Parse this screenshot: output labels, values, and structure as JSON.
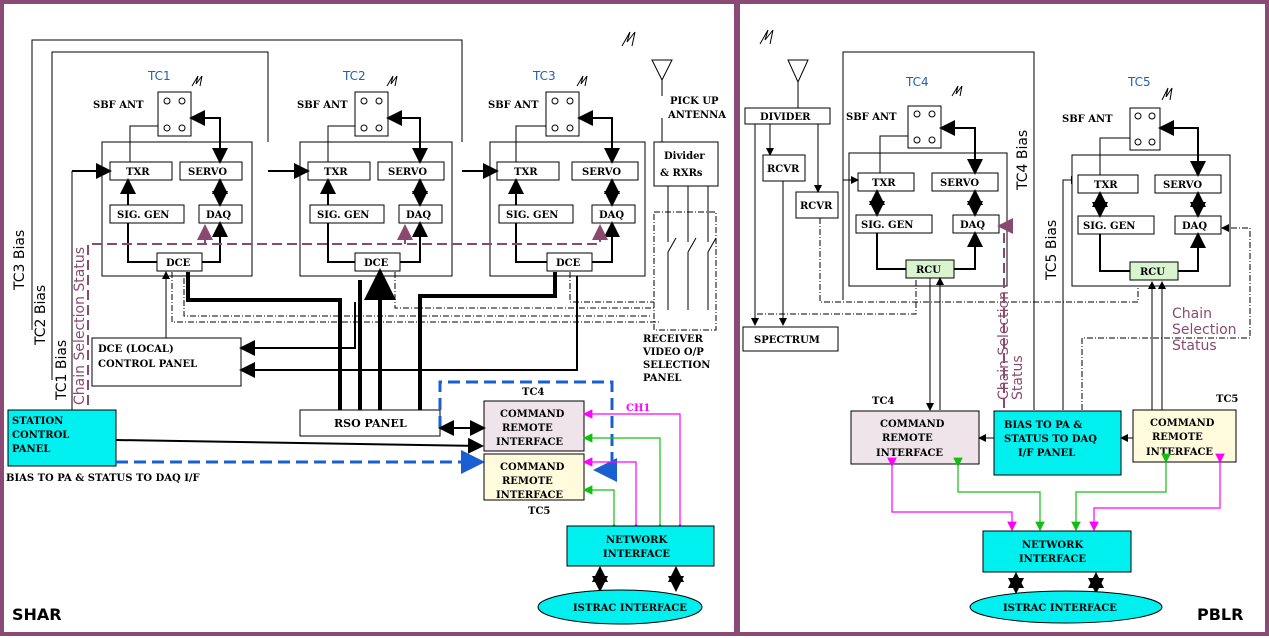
{
  "left": {
    "region_label": "SHAR",
    "tc1": "TC1",
    "tc2": "TC2",
    "tc3": "TC3",
    "sbf_ant": "SBF ANT",
    "txr": "TXR",
    "servo": "SERVO",
    "sig_gen": "SIG. GEN",
    "daq": "DAQ",
    "dce": "DCE",
    "pickup_antenna": [
      "PICK UP",
      "ANTENNA"
    ],
    "divider_rxrs": [
      "Divider",
      "& RXRs"
    ],
    "receiver_panel": [
      "RECEIVER",
      "VIDEO O/P",
      "SELECTION",
      "PANEL"
    ],
    "dce_local_panel": [
      "DCE (LOCAL)",
      "CONTROL PANEL"
    ],
    "station_control_panel": [
      "STATION",
      "CONTROL",
      "PANEL"
    ],
    "bias_note": "BIAS TO PA & STATUS TO DAQ I/F",
    "rso_panel": "RSO PANEL",
    "cri_tc4_label": "TC4",
    "cri_tc5_label": "TC5",
    "cri": [
      "COMMAND",
      "REMOTE",
      "INTERFACE"
    ],
    "ch1": "CH1",
    "network_interface": [
      "NETWORK",
      "INTERFACE"
    ],
    "istrac_interface": "ISTRAC INTERFACE",
    "tc3_bias": "TC3 Bias",
    "tc2_bias": "TC2 Bias",
    "tc1_bias": "TC1 Bias",
    "chain_selection_status": "Chain Selection Status"
  },
  "right": {
    "region_label": "PBLR",
    "divider": "DIVIDER",
    "rcvr": "RCVR",
    "spectrum": "SPECTRUM",
    "tc4": "TC4",
    "tc5": "TC5",
    "sbf_ant": "SBF ANT",
    "txr": "TXR",
    "servo": "SERVO",
    "sig_gen": "SIG. GEN",
    "daq": "DAQ",
    "rcu": "RCU",
    "tc4_bias": "TC4 Bias",
    "tc5_bias": "TC5 Bias",
    "chain_selection_status_v": [
      "Chain Selection",
      "Status"
    ],
    "chain_selection_status_h": [
      "Chain",
      "Selection",
      "Status"
    ],
    "cri": [
      "COMMAND",
      "REMOTE",
      "INTERFACE"
    ],
    "cri_tc4_label": "TC4",
    "cri_tc5_label": "TC5",
    "bias_panel": [
      "BIAS TO PA &",
      "STATUS TO DAQ",
      "I/F PANEL"
    ],
    "network_interface": [
      "NETWORK",
      "INTERFACE"
    ],
    "istrac_interface": "ISTRAC INTERFACE"
  },
  "colors": {
    "frame": "#8b4a75",
    "cyan_box": "#00f0f0",
    "pink_box": "#efe4ea",
    "yellow_box": "#fffbdc",
    "tc_label": "#2060b0",
    "purple_dash": "#8a4a6f",
    "blue_dash": "#1a5fd0",
    "magenta_link": "#ff00ff",
    "green_link": "#10c010"
  }
}
